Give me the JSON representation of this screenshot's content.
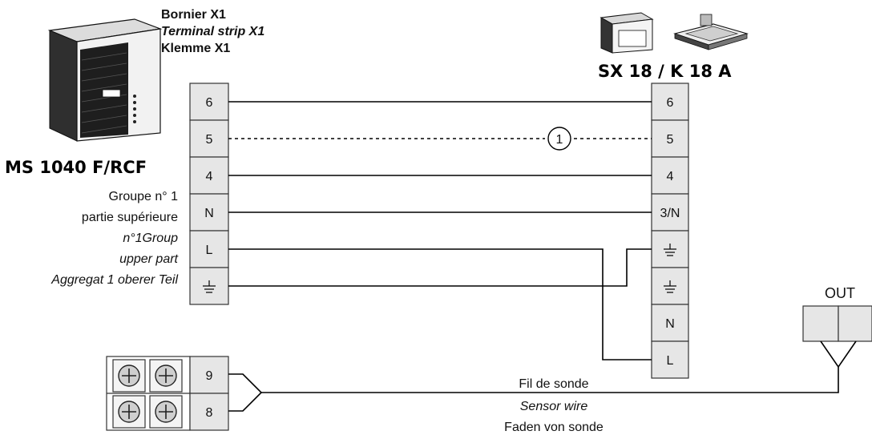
{
  "outdoor_unit": {
    "model": "MS 1040 F/RCF",
    "labels": [
      "Groupe n° 1",
      "partie supérieure",
      "n°1Group",
      "upper part",
      "Aggregat 1 oberer Teil"
    ]
  },
  "terminal_strip": {
    "labels": [
      "Bornier X1",
      "Terminal strip X1",
      "Klemme X1"
    ],
    "terminals": [
      "6",
      "5",
      "4",
      "N",
      "L",
      "ground"
    ]
  },
  "indoor_unit": {
    "model": "SX 18 / K 18 A",
    "terminals": [
      "6",
      "5",
      "4",
      "3/N",
      "ground",
      "ground",
      "N",
      "L"
    ]
  },
  "annotation": {
    "circle_label": "1"
  },
  "sensor_block": {
    "terminals": [
      "9",
      "8"
    ]
  },
  "sensor_wire": {
    "labels": [
      "Fil de sonde",
      "Sensor wire",
      "Faden von sonde"
    ]
  },
  "output": {
    "label": "OUT"
  },
  "icons": [
    "outdoor-unit-icon",
    "floor-console-icon",
    "ceiling-cassette-icon",
    "ground-symbol-icon",
    "screw-terminal-icon"
  ]
}
